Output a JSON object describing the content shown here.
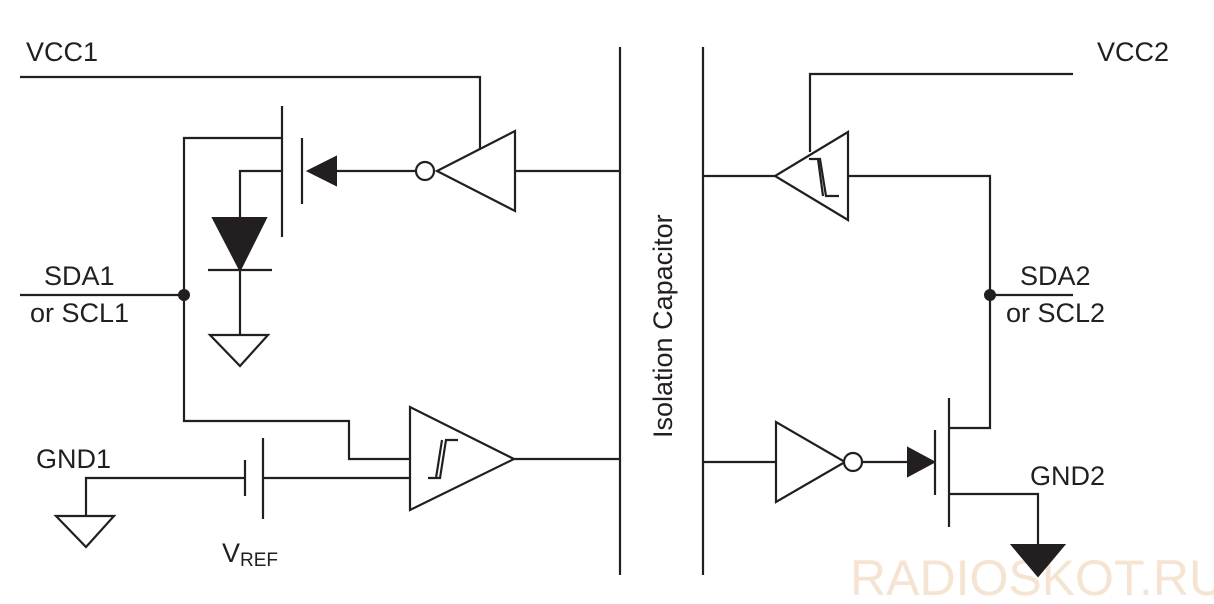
{
  "labels": {
    "vcc1": "VCC1",
    "vcc2": "VCC2",
    "sda1": "SDA1",
    "scl1": "or SCL1",
    "sda2": "SDA2",
    "scl2": "or SCL2",
    "gnd1": "GND1",
    "gnd2": "GND2",
    "vref_main": "V",
    "vref_sub": "REF",
    "isolation": "Isolation Capacitor"
  },
  "watermark": "RADIOSKOT.RU",
  "colors": {
    "line": "#231f20",
    "watermark": "#f6e4d2",
    "background": "#ffffff"
  }
}
